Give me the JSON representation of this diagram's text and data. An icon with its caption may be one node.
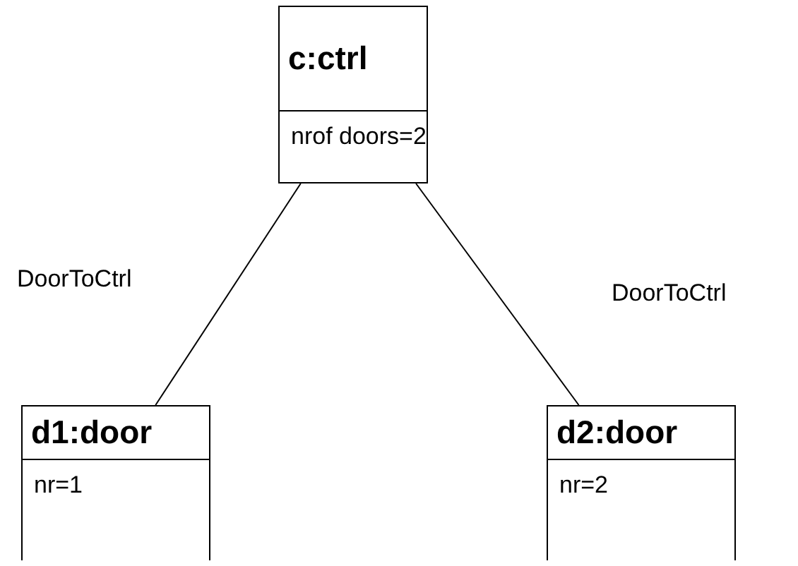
{
  "diagram": {
    "nodes": [
      {
        "text": [
          "c:ctrl",
          "nrof doors=2"
        ]
      },
      {
        "text": [
          "d1:door",
          "nr=1"
        ]
      },
      {
        "text": [
          "d2:door",
          "nr=2"
        ]
      }
    ],
    "edges": [
      {
        "from": 1,
        "to": 0,
        "arrow": "none",
        "label": "DoorToCtrl"
      },
      {
        "from": 2,
        "to": 0,
        "arrow": "none",
        "label": "DoorToCtrl"
      }
    ]
  }
}
